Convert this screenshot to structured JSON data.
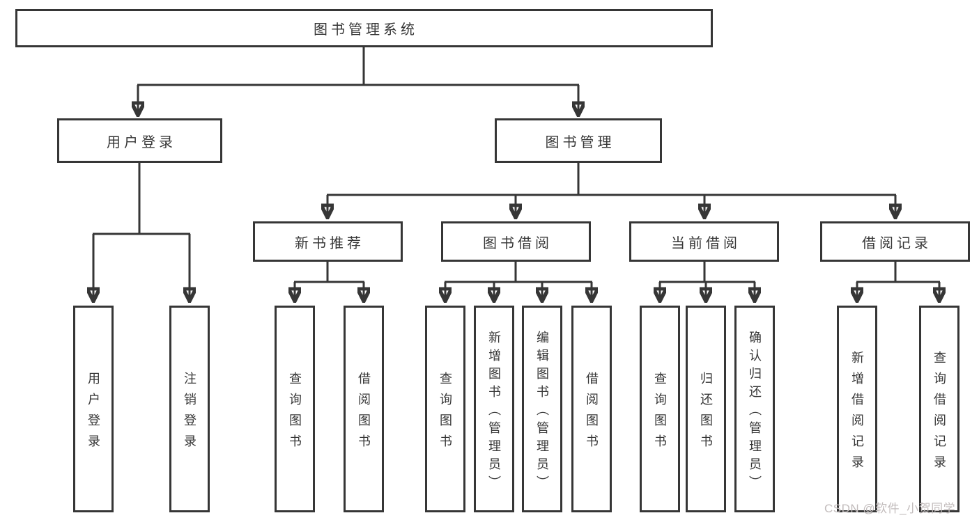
{
  "diagram": {
    "root": {
      "label": "图书管理系统"
    },
    "level2": [
      {
        "label": "用户登录",
        "children": [
          {
            "label": "用户登录"
          },
          {
            "label": "注销登录"
          }
        ]
      },
      {
        "label": "图书管理"
      }
    ],
    "branches": [
      {
        "label": "新书推荐",
        "children": [
          {
            "label": "查询图书"
          },
          {
            "label": "借阅图书"
          }
        ]
      },
      {
        "label": "图书借阅",
        "children": [
          {
            "label": "查询图书"
          },
          {
            "label": "新增图书（管理员）"
          },
          {
            "label": "编辑图书（管理员）"
          },
          {
            "label": "借阅图书"
          }
        ]
      },
      {
        "label": "当前借阅",
        "children": [
          {
            "label": "查询图书"
          },
          {
            "label": "归还图书"
          },
          {
            "label": "确认归还（管理员）"
          }
        ]
      },
      {
        "label": "借阅记录",
        "children": [
          {
            "label": "新增借阅记录"
          },
          {
            "label": "查询借阅记录"
          }
        ]
      }
    ]
  },
  "watermark": {
    "text": "CSDN @软件_小贺同学"
  },
  "colors": {
    "line": "#363636",
    "text": "#363636",
    "box_background": "#ffffff",
    "background": "#ffffff",
    "watermark": "#c2bcbc"
  }
}
